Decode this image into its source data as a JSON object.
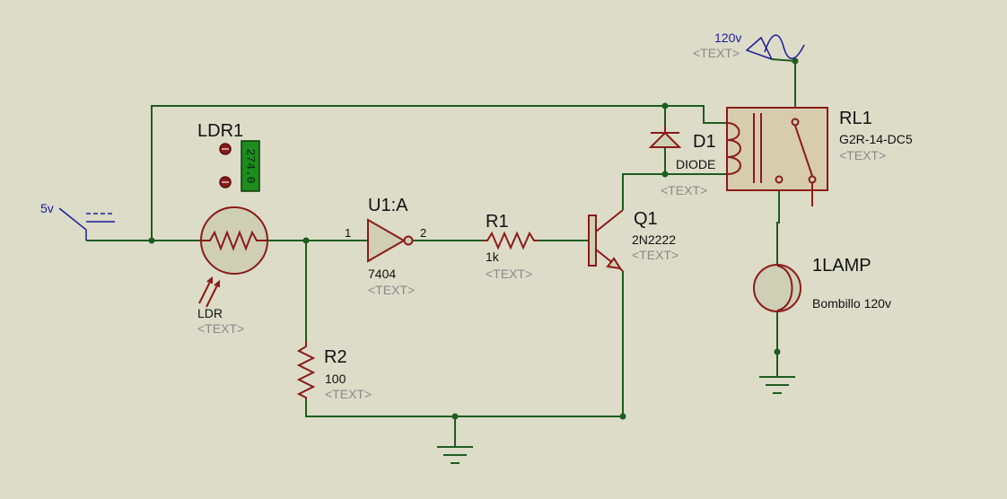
{
  "terminals": {
    "supply_5v": {
      "label": "5v"
    },
    "supply_120v": {
      "label": "120v",
      "text": "<TEXT>"
    }
  },
  "components": {
    "ldr1": {
      "ref": "LDR1",
      "value": "LDR",
      "text": "<TEXT>",
      "probe_reading": "274.0"
    },
    "u1a": {
      "ref": "U1:A",
      "value": "7404",
      "text": "<TEXT>",
      "pin_in": "1",
      "pin_out": "2"
    },
    "r1": {
      "ref": "R1",
      "value": "1k",
      "text": "<TEXT>"
    },
    "r2": {
      "ref": "R2",
      "value": "100",
      "text": "<TEXT>"
    },
    "q1": {
      "ref": "Q1",
      "value": "2N2222",
      "text": "<TEXT>"
    },
    "d1": {
      "ref": "D1",
      "value": "DIODE",
      "text": "<TEXT>"
    },
    "rl1": {
      "ref": "RL1",
      "value": "G2R-14-DC5",
      "text": "<TEXT>"
    },
    "lamp1": {
      "ref": "1LAMP",
      "value": "Bombillo 120v"
    }
  },
  "colors": {
    "background": "#dcdcc9",
    "wire": "#1f5c1f",
    "component": "#8b1a1a",
    "terminal": "#1c1c9a",
    "placeholder_text": "#8a8a8a",
    "probe_display": "#1e8c1e"
  }
}
